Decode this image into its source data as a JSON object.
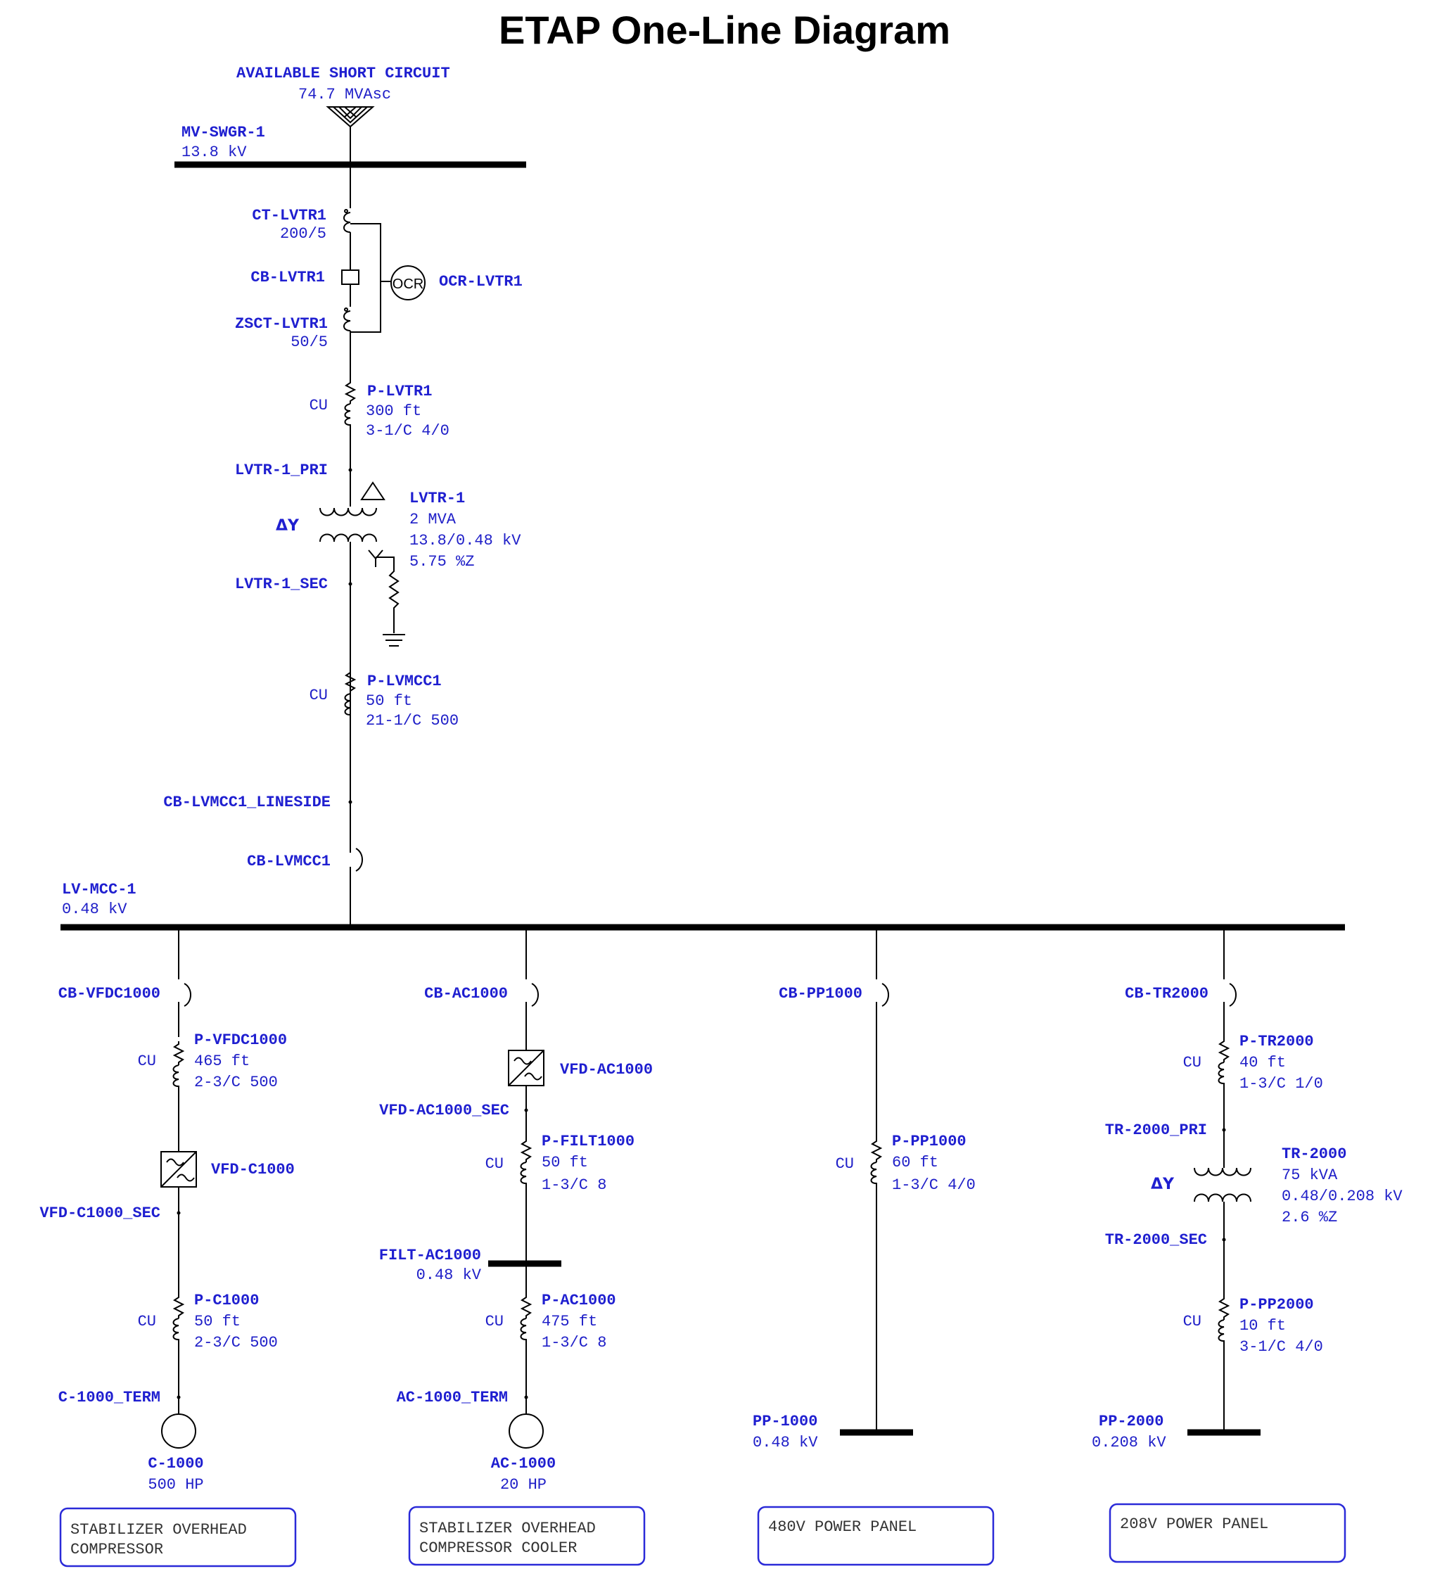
{
  "title": "ETAP One-Line Diagram",
  "colors": {
    "label": "#1f1fd0",
    "value": "#2020c8",
    "wire": "#000000",
    "box_border": "#2a2ad8"
  },
  "source": {
    "name": "AVAILABLE SHORT CIRCUIT",
    "rating": "74.7 MVAsc"
  },
  "mv_bus": {
    "name": "MV-SWGR-1",
    "voltage": "13.8 kV"
  },
  "ct1": {
    "name": "CT-LVTR1",
    "ratio": "200/5"
  },
  "cb1": {
    "name": "CB-LVTR1"
  },
  "relay": {
    "name": "OCR-LVTR1",
    "symbol": "OCR"
  },
  "zsct": {
    "name": "ZSCT-LVTR1",
    "ratio": "50/5"
  },
  "cable_lvtr1": {
    "name": "P-LVTR1",
    "material": "CU",
    "length": "300 ft",
    "size": "3-1/C 4/0"
  },
  "node_lvtr1_pri": "LVTR-1_PRI",
  "xfmr1": {
    "name": "LVTR-1",
    "conn": "ΔY",
    "rating": "2 MVA",
    "voltage": "13.8/0.48 kV",
    "impedance": "5.75 %Z"
  },
  "node_lvtr1_sec": "LVTR-1_SEC",
  "cable_lvmcc1": {
    "name": "P-LVMCC1",
    "material": "CU",
    "length": "50 ft",
    "size": "21-1/C 500"
  },
  "node_cb_lineside": "CB-LVMCC1_LINESIDE",
  "cb_lvmcc1": {
    "name": "CB-LVMCC1"
  },
  "lv_bus": {
    "name": "LV-MCC-1",
    "voltage": "0.48 kV"
  },
  "branch1": {
    "cb": "CB-VFDC1000",
    "cable1": {
      "name": "P-VFDC1000",
      "material": "CU",
      "length": "465 ft",
      "size": "2-3/C 500"
    },
    "vfd": "VFD-C1000",
    "vfd_sec": "VFD-C1000_SEC",
    "cable2": {
      "name": "P-C1000",
      "material": "CU",
      "length": "50 ft",
      "size": "2-3/C 500"
    },
    "term": "C-1000_TERM",
    "motor": {
      "name": "C-1000",
      "rating": "500 HP"
    },
    "note": [
      "STABILIZER OVERHEAD",
      "COMPRESSOR"
    ]
  },
  "branch2": {
    "cb": "CB-AC1000",
    "vfd": "VFD-AC1000",
    "vfd_sec": "VFD-AC1000_SEC",
    "cable1": {
      "name": "P-FILT1000",
      "material": "CU",
      "length": "50 ft",
      "size": "1-3/C 8"
    },
    "bus": {
      "name": "FILT-AC1000",
      "voltage": "0.48 kV"
    },
    "cable2": {
      "name": "P-AC1000",
      "material": "CU",
      "length": "475 ft",
      "size": "1-3/C 8"
    },
    "term": "AC-1000_TERM",
    "motor": {
      "name": "AC-1000",
      "rating": "20 HP"
    },
    "note": [
      "STABILIZER OVERHEAD",
      "COMPRESSOR COOLER"
    ]
  },
  "branch3": {
    "cb": "CB-PP1000",
    "cable1": {
      "name": "P-PP1000",
      "material": "CU",
      "length": "60 ft",
      "size": "1-3/C 4/0"
    },
    "bus": {
      "name": "PP-1000",
      "voltage": "0.48 kV"
    },
    "note": [
      "480V POWER PANEL"
    ]
  },
  "branch4": {
    "cb": "CB-TR2000",
    "cable1": {
      "name": "P-TR2000",
      "material": "CU",
      "length": "40 ft",
      "size": "1-3/C 1/0"
    },
    "pri": "TR-2000_PRI",
    "xfmr": {
      "name": "TR-2000",
      "conn": "ΔY",
      "rating": "75 kVA",
      "voltage": "0.48/0.208 kV",
      "impedance": "2.6 %Z"
    },
    "sec": "TR-2000_SEC",
    "cable2": {
      "name": "P-PP2000",
      "material": "CU",
      "length": "10 ft",
      "size": "3-1/C 4/0"
    },
    "bus": {
      "name": "PP-2000",
      "voltage": "0.208 kV"
    },
    "note": [
      "208V POWER PANEL"
    ]
  }
}
